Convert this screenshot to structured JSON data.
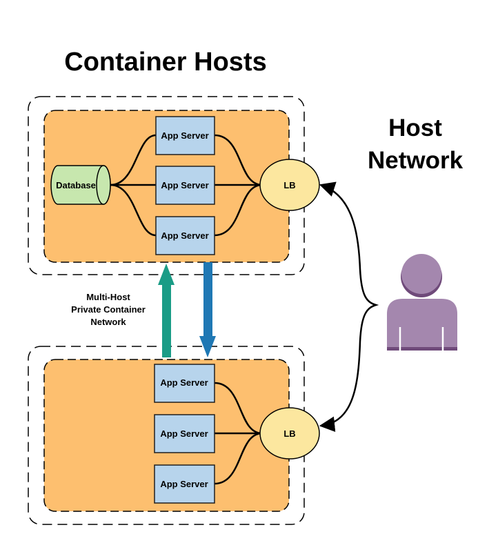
{
  "title": "Container Hosts",
  "network_title": [
    "Host",
    "Network"
  ],
  "private_network_label": [
    "Multi-Host",
    "Private Container",
    "Network"
  ],
  "hosts": [
    {
      "database": "Database",
      "app_servers": [
        "App Server",
        "App Server",
        "App Server"
      ],
      "load_balancer": "LB"
    },
    {
      "app_servers": [
        "App Server",
        "App Server",
        "App Server"
      ],
      "load_balancer": "LB"
    }
  ],
  "colors": {
    "host_fill": "#fdbf6f",
    "app_server_fill": "#b7d4ec",
    "app_server_stroke": "#1f1f1f",
    "database_fill": "#c7e7ae",
    "lb_fill": "#fce79f",
    "arrow_up": "#1a9c86",
    "arrow_down": "#1f78b4",
    "user": "#a487ae"
  },
  "icons": [
    "user-icon",
    "database-icon"
  ]
}
